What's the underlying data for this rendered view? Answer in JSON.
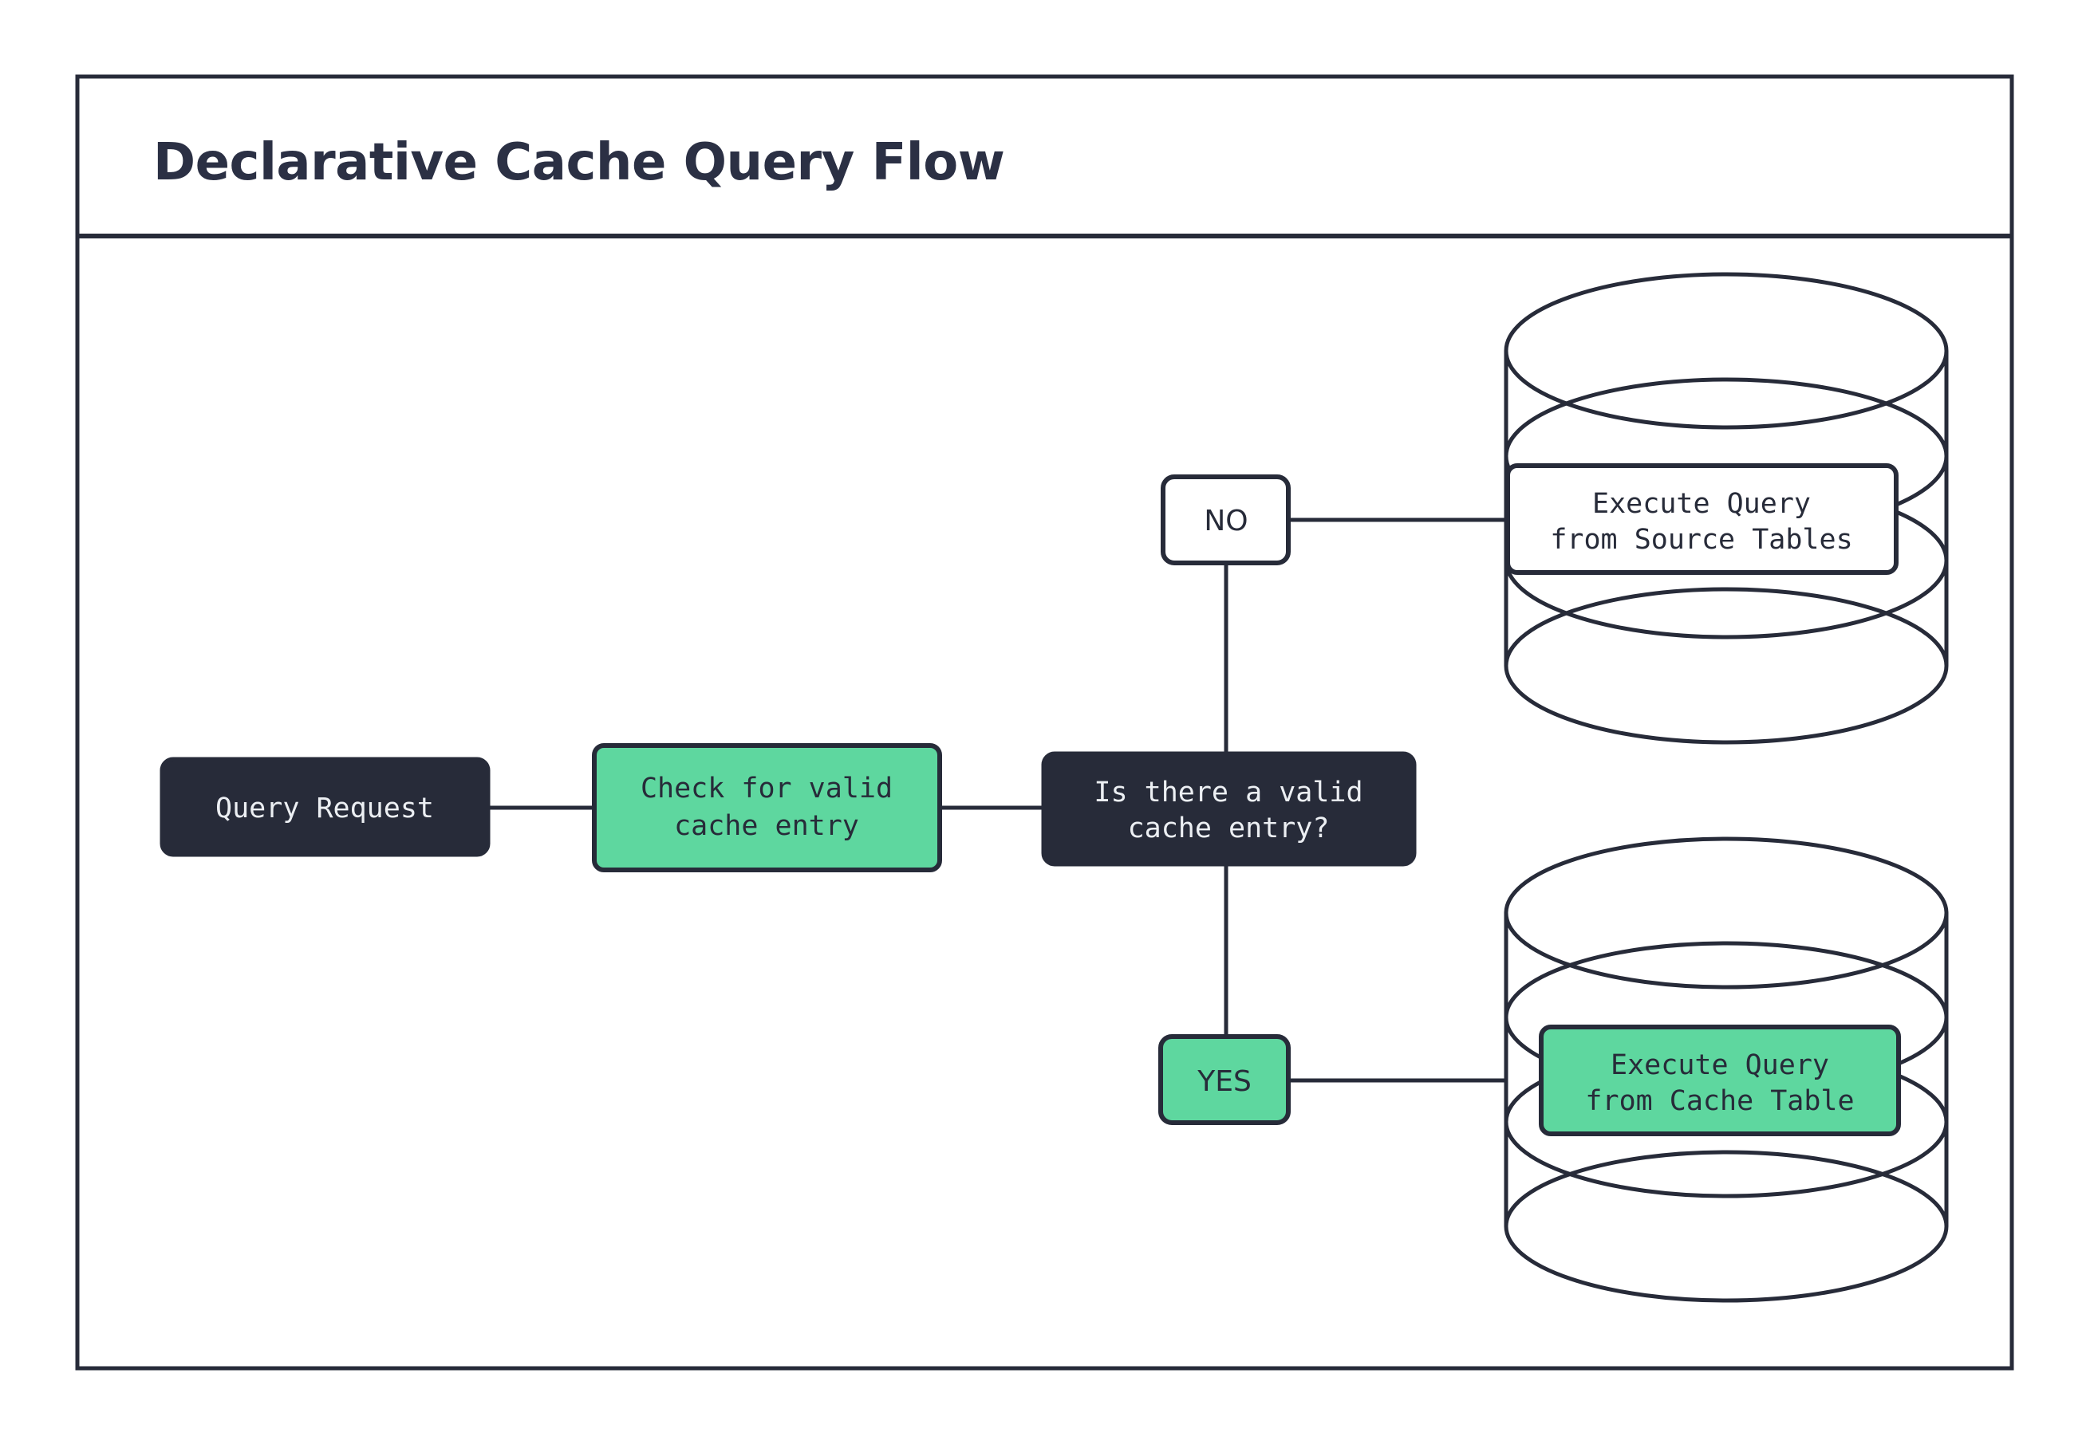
{
  "page": {
    "title": "Declarative Cache Query Flow",
    "background_color": "#ffffff"
  },
  "theme": {
    "dark": "#272b39",
    "green": "#5ed79f",
    "white": "#ffffff",
    "light_text": "#eceff3"
  },
  "flow": {
    "nodes": {
      "query_request": {
        "label": "Query Request",
        "style": "dark",
        "shape": "rounded-rect"
      },
      "check_cache": {
        "label_line1": "Check for valid",
        "label_line2": "cache entry",
        "style": "green",
        "shape": "rounded-rect"
      },
      "decision": {
        "label_line1": "Is there a valid",
        "label_line2": "cache entry?",
        "style": "dark",
        "shape": "rounded-rect"
      },
      "branch_no": {
        "label": "NO",
        "style": "white",
        "shape": "rounded-rect"
      },
      "branch_yes": {
        "label": "YES",
        "style": "green",
        "shape": "rounded-rect"
      },
      "source_db": {
        "label_line1": "Execute Query",
        "label_line2": "from Source Tables",
        "style": "white",
        "shape": "database-cylinder"
      },
      "cache_db": {
        "label_line1": "Execute Query",
        "label_line2": "from Cache Table",
        "style": "green",
        "shape": "database-cylinder"
      }
    },
    "edges": [
      {
        "from": "query_request",
        "to": "check_cache",
        "orientation": "horizontal"
      },
      {
        "from": "check_cache",
        "to": "decision",
        "orientation": "horizontal"
      },
      {
        "from": "decision",
        "to": "branch_no",
        "orientation": "vertical-up"
      },
      {
        "from": "branch_no",
        "to": "source_db",
        "orientation": "horizontal"
      },
      {
        "from": "decision",
        "to": "branch_yes",
        "orientation": "vertical-down"
      },
      {
        "from": "branch_yes",
        "to": "cache_db",
        "orientation": "horizontal"
      }
    ]
  }
}
